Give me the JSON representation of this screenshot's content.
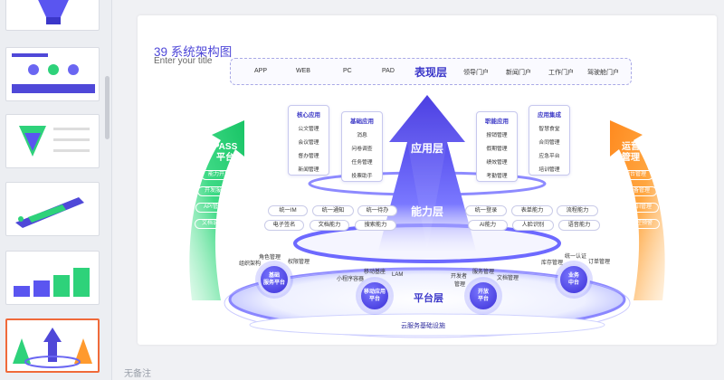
{
  "slide": {
    "title": "39 系统架构图",
    "subtitle": "Enter your title"
  },
  "presentation": {
    "title": "表现层",
    "items_left": [
      "APP",
      "WEB",
      "PC",
      "PAD"
    ],
    "items_right": [
      "领导门户",
      "新闻门户",
      "工作门户",
      "驾驶舱门户"
    ]
  },
  "app_layer": {
    "label": "应用层",
    "cards": [
      {
        "title": "核心应用",
        "items": [
          "公文管理",
          "会议管理",
          "督办管理",
          "新闻管理"
        ]
      },
      {
        "title": "基础应用",
        "items": [
          "消息",
          "问卷调查",
          "任务管理",
          "投票助手"
        ]
      },
      {
        "title": "职能应用",
        "items": [
          "报销管理",
          "假期管理",
          "绩效管理",
          "考勤管理"
        ]
      },
      {
        "title": "应用集成",
        "items": [
          "智慧食堂",
          "合同管理",
          "应急平台",
          "培训管理"
        ]
      }
    ]
  },
  "capability_layer": {
    "label": "能力层",
    "row1_left": [
      "统一IM",
      "统一通知",
      "统一待办"
    ],
    "row1_right": [
      "统一登录",
      "表单能力",
      "流程能力"
    ],
    "row2_left": [
      "电子签名",
      "文档能力",
      "搜索能力"
    ],
    "row2_right": [
      "AI能力",
      "人脸识别",
      "语音能力"
    ]
  },
  "platform_layer": {
    "label": "平台层",
    "circles": [
      {
        "line1": "基础",
        "line2": "服务平台",
        "tags": [
          "组织架构",
          "角色管理",
          "权限管理"
        ]
      },
      {
        "line1": "移动应用",
        "line2": "平台",
        "tags": [
          "小程序容器",
          "移动基座",
          "LAM"
        ]
      },
      {
        "line1": "开放",
        "line2": "平台",
        "tags": [
          "开发者",
          "管理",
          "服务管理",
          "文档管理"
        ]
      },
      {
        "line1": "业务",
        "line2": "中台",
        "tags": [
          "库存管理",
          "统一认证",
          "订单管理"
        ]
      }
    ]
  },
  "base_layer": {
    "label": "云服务基础设施"
  },
  "pass_side": {
    "title_line1": "PASS",
    "title_line2": "平台",
    "items": [
      "能力开放",
      "开发服务",
      "API管理",
      "文档说明"
    ]
  },
  "ops_side": {
    "title_line1": "运营",
    "title_line2": "管理",
    "items": [
      "中台管理",
      "设备管理",
      "培训管理",
      "监控预警"
    ]
  },
  "footer": {
    "notes": "无备注"
  },
  "colors": {
    "brand": "#4f48d8",
    "green": "#2ed27a",
    "orange": "#ff9a2e",
    "thumb_active": "#f06a3a"
  }
}
